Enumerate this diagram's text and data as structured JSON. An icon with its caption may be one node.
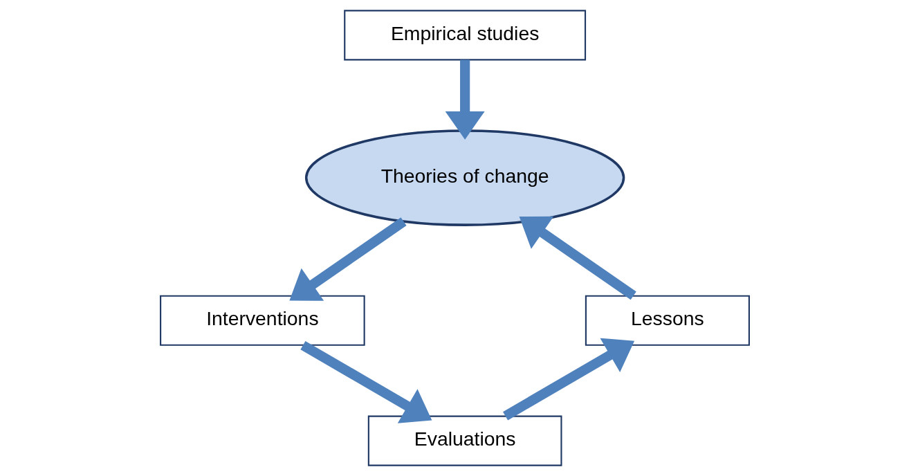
{
  "diagram": {
    "nodes": [
      {
        "text": [
          "Empirical studies"
        ]
      },
      {
        "text": [
          "Theories of change"
        ]
      },
      {
        "text": [
          "Interventions"
        ]
      },
      {
        "text": [
          "Evaluations"
        ]
      },
      {
        "text": [
          "Lessons"
        ]
      }
    ],
    "edges": [
      {
        "from": 0,
        "to": 1,
        "arrow": "to"
      },
      {
        "from": 1,
        "to": 2,
        "arrow": "to"
      },
      {
        "from": 2,
        "to": 3,
        "arrow": "to"
      },
      {
        "from": 3,
        "to": 4,
        "arrow": "to"
      },
      {
        "from": 4,
        "to": 1,
        "arrow": "to"
      }
    ]
  }
}
